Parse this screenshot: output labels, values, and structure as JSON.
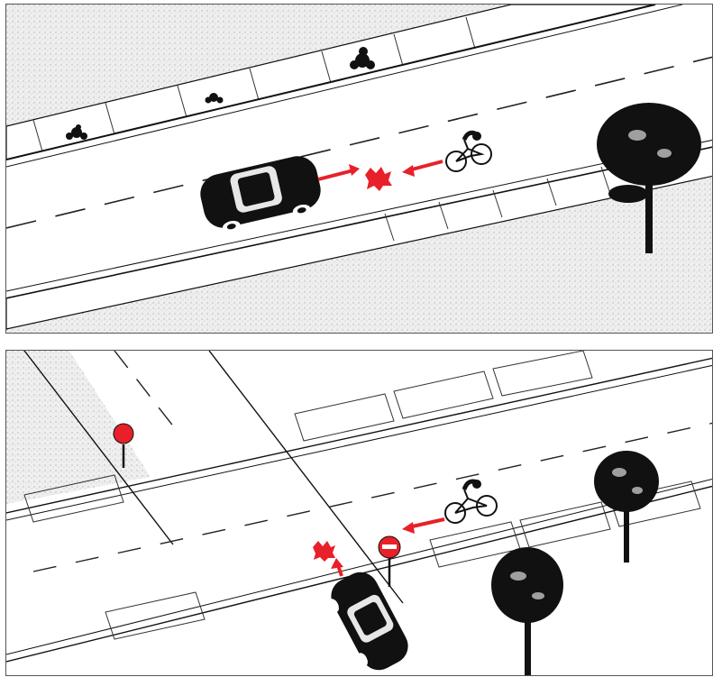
{
  "colors": {
    "accent_red": "#e8202a",
    "ink": "#111111",
    "road": "#ffffff",
    "ground_speckle": "#e9e9e9",
    "frame": "#555555"
  },
  "panels": [
    {
      "id": "midblock",
      "elements": [
        "car",
        "bicycle",
        "crash-icon",
        "tree",
        "shrub",
        "arrow-right",
        "arrow-left"
      ]
    },
    {
      "id": "intersection",
      "elements": [
        "car",
        "bicycle",
        "crash-icon",
        "stop-sign",
        "stop-sign",
        "tree",
        "tree",
        "arrow-up",
        "arrow-left"
      ]
    }
  ],
  "icons": {
    "car": "car-icon",
    "bicycle": "bicyclist-icon",
    "crash": "crash-burst-icon",
    "stop_sign": "stop-sign-icon",
    "tree": "tree-icon",
    "shrub": "shrub-icon"
  }
}
